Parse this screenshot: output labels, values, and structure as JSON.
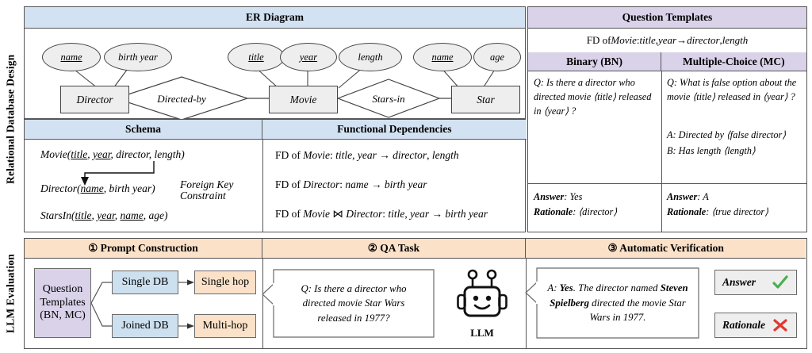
{
  "rows": {
    "top_label": "Relational Database Design",
    "bottom_label": "LLM Evaluation"
  },
  "er": {
    "title": "ER Diagram",
    "entities": [
      {
        "name": "Director"
      },
      {
        "name": "Movie"
      },
      {
        "name": "Star"
      }
    ],
    "relationships": [
      {
        "name": "Directed-by"
      },
      {
        "name": "Stars-in"
      }
    ],
    "attributes": [
      {
        "label": "name",
        "key": true,
        "owner": "Director"
      },
      {
        "label": "birth year",
        "key": false,
        "owner": "Director"
      },
      {
        "label": "title",
        "key": true,
        "owner": "Movie"
      },
      {
        "label": "year",
        "key": true,
        "owner": "Movie"
      },
      {
        "label": "length",
        "key": false,
        "owner": "Movie"
      },
      {
        "label": "name",
        "key": true,
        "owner": "Star"
      },
      {
        "label": "age",
        "key": false,
        "owner": "Star"
      }
    ]
  },
  "schema": {
    "title": "Schema",
    "relations": [
      {
        "name": "Movie",
        "attrs": "title, year, director, length"
      },
      {
        "name": "Director",
        "attrs": "name, birth year"
      },
      {
        "name": "StarsIn",
        "attrs": "title, year, name, age"
      }
    ],
    "fk_note_line1": "Foreign Key",
    "fk_note_line2": "Constraint"
  },
  "fd": {
    "title": "Functional Dependencies",
    "items": [
      "FD of Movie: title, year → director, length",
      "FD of Director: name → birth year",
      "FD of Movie ⋈ Director: title, year → birth year"
    ]
  },
  "question_templates": {
    "title": "Question Templates",
    "source_fd": "FD of Movie: title, year → director, length",
    "binary": {
      "header": "Binary (BN)",
      "question": "Q: Is there a director who directed movie ⟨title⟩ released in ⟨year⟩ ?",
      "answer_label": "Answer",
      "answer_value": "Yes",
      "rationale_label": "Rationale",
      "rationale_value": "⟨director⟩"
    },
    "multiple_choice": {
      "header": "Multiple-Choice (MC)",
      "question": "Q: What is false option about the movie ⟨title⟩ released in ⟨year⟩ ?",
      "options": [
        "A: Directed by ⟨false director⟩",
        "B: Has length ⟨length⟩"
      ],
      "answer_label": "Answer",
      "answer_value": "A",
      "rationale_label": "Rationale",
      "rationale_value": "⟨true director⟩"
    }
  },
  "evaluation": {
    "step1": {
      "header": "①  Prompt Construction",
      "source_box": "Question Templates (BN, MC)",
      "db_boxes": [
        "Single DB",
        "Joined DB"
      ],
      "hop_boxes": [
        "Single hop",
        "Multi-hop"
      ]
    },
    "step2": {
      "header": "②  QA Task",
      "prompt": "Q: Is there a director who directed movie Star Wars released in 1977?",
      "model_label": "LLM",
      "model_icon": "robot-icon"
    },
    "step3": {
      "header": "③  Automatic Verification",
      "response_prefix": "A: ",
      "response_yes": "Yes",
      "response_mid": ". The director named ",
      "response_name": "Steven Spielberg",
      "response_tail": " directed the movie Star Wars in 1977.",
      "checks": [
        {
          "label": "Answer",
          "mark": "✓",
          "status": "correct"
        },
        {
          "label": "Rationale",
          "mark": "✗",
          "status": "incorrect"
        }
      ]
    }
  },
  "colors": {
    "blue_header": "#d3e2f2",
    "purple_header": "#d9d2e9",
    "orange_header": "#fae1c8",
    "entity_fill": "#eeeeee",
    "check_green": "#4caf50",
    "cross_red": "#e0392f",
    "border": "#555555"
  }
}
